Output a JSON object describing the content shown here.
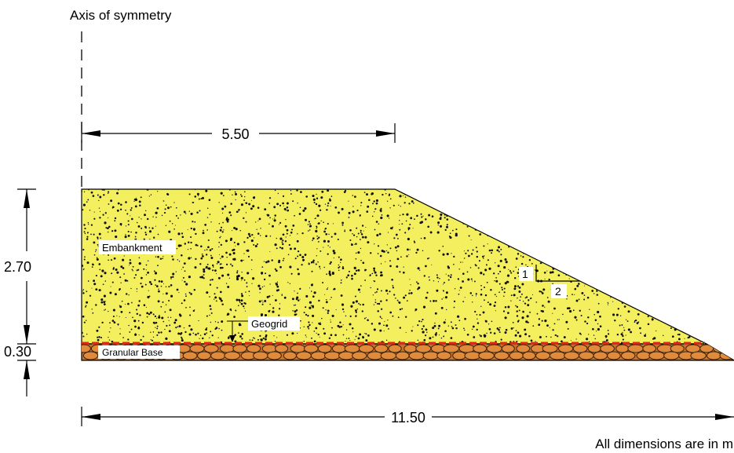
{
  "title": "Axis of symmetry",
  "labels": {
    "embankment": "Embankment",
    "geogrid": "Geogrid",
    "granular_base": "Granular Base",
    "slope_rise": "1",
    "slope_run": "2"
  },
  "dimensions": {
    "half_crest_width": "5.50",
    "embankment_height": "2.70",
    "base_thickness": "0.30",
    "half_base_width": "11.50"
  },
  "note": "All dimensions are in m",
  "colors": {
    "embankment_fill": "#f3ef5f",
    "base_fill": "#c7732c",
    "base_stone": "#e08a3c",
    "geogrid": "#e1251b",
    "line": "#000000"
  }
}
